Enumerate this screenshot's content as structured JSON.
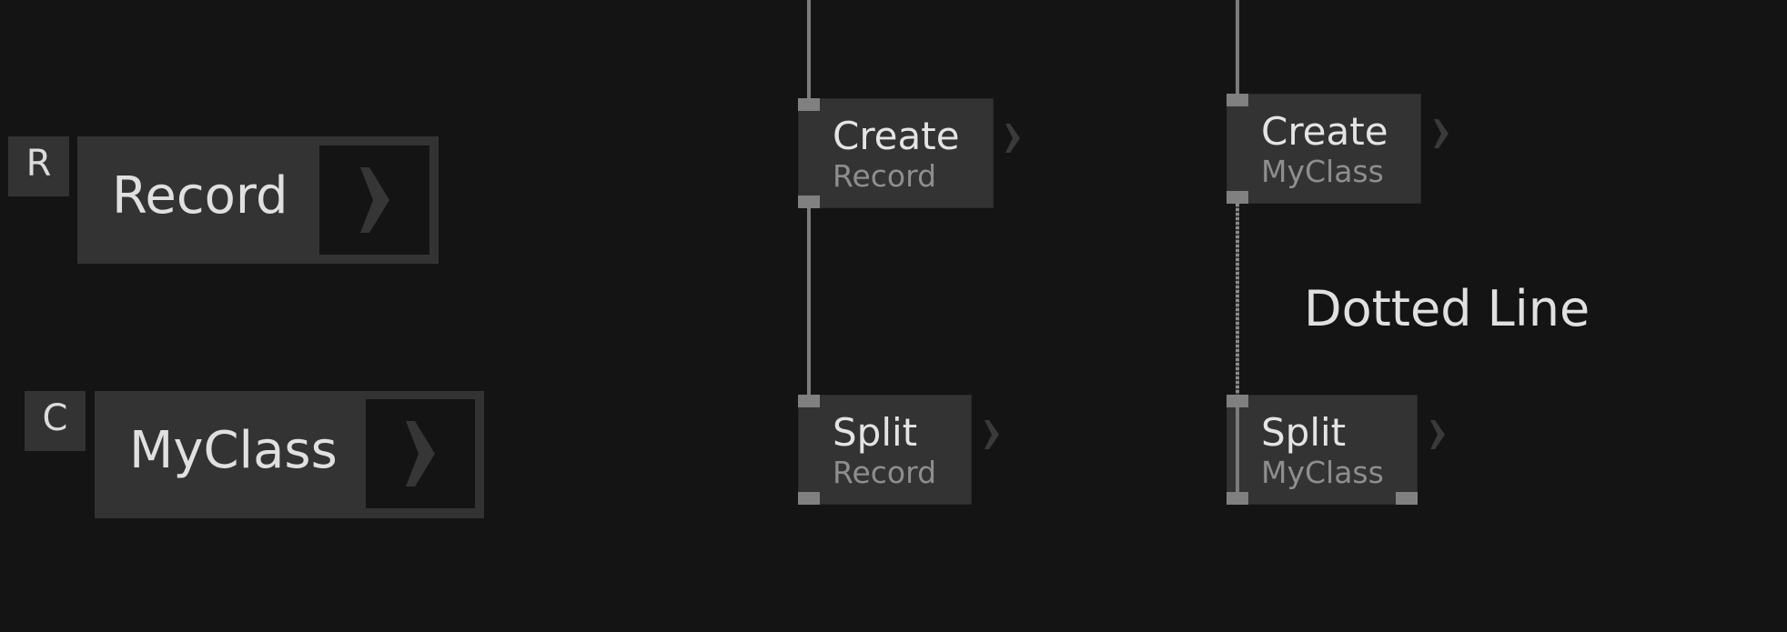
{
  "legend": {
    "record": {
      "badge": "R",
      "label": "Record"
    },
    "class": {
      "badge": "C",
      "label": "MyClass"
    }
  },
  "nodes": {
    "create_record": {
      "title": "Create",
      "subtitle": "Record"
    },
    "split_record": {
      "title": "Split",
      "subtitle": "Record"
    },
    "create_myclass": {
      "title": "Create",
      "subtitle": "MyClass"
    },
    "split_myclass": {
      "title": "Split",
      "subtitle": "MyClass"
    }
  },
  "annotations": {
    "dotted_line": "Dotted Line"
  },
  "colors": {
    "background": "#141414",
    "node_fill": "#333333",
    "handle": "#808080",
    "wire": "#7c7c7c",
    "chevron": "#3a3a3a",
    "title_text": "#e4e4e4",
    "subtitle_text": "#8e8e8e"
  }
}
